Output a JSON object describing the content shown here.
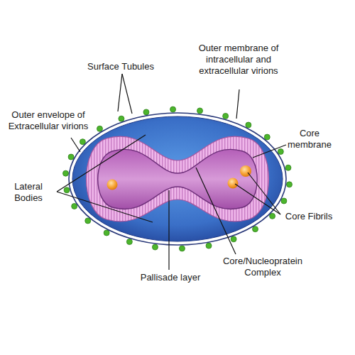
{
  "diagram": {
    "labels": [
      "Surface Tubules",
      "Outer membrane of intracellular and extracellular virions",
      "Outer envelope of Extracellular virions",
      "Core membrane",
      "Lateral Bodies",
      "Core Fibrils",
      "Pallisade layer",
      "Core/Nucleopratein Complex"
    ]
  }
}
